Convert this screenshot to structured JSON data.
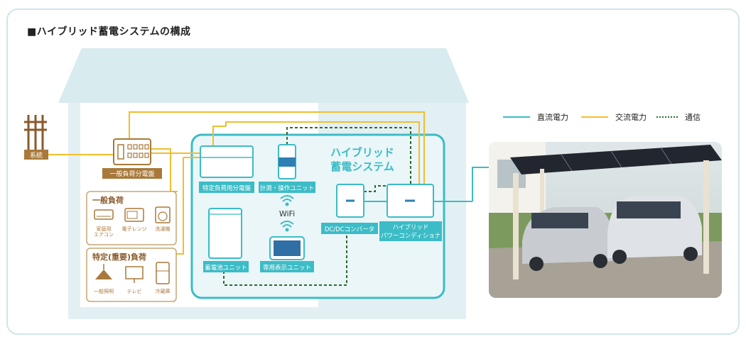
{
  "title": "■ハイブリッド蓄電システムの構成",
  "legend": [
    {
      "label": "直流電力",
      "color": "#3cbcc6"
    },
    {
      "label": "交流電力",
      "color": "#f2be2c"
    },
    {
      "label": "通信",
      "color": "#2d6a2d"
    }
  ],
  "grid": {
    "label": "系統"
  },
  "main_panel": {
    "label": "一般負荷分電盤"
  },
  "general_load": {
    "title": "一般負荷",
    "items": [
      "家庭用\nエアコン",
      "電子レンジ",
      "洗濯機"
    ]
  },
  "specific_load": {
    "title": "特定(重要)負荷",
    "items": [
      "一般照明",
      "テレビ",
      "冷蔵庫"
    ]
  },
  "system": {
    "title_line1": "ハイブリッド",
    "title_line2": "蓄電システム",
    "specific_panel": "特定負荷用分電盤",
    "meter_unit": "計測・操作ユニット",
    "wifi": "WiFi",
    "battery": "蓄電池ユニット",
    "display": "専用表示ユニット",
    "dcdc": "DC/DCコンバータ",
    "pcs_line1": "ハイブリッド",
    "pcs_line2": "パワーコンディショナ"
  },
  "colors": {
    "dc": "#3cbcc6",
    "ac": "#f2be2c",
    "comm": "#2d6a2d",
    "house": "#e3f0f3",
    "label_brown": "#a8793a"
  }
}
